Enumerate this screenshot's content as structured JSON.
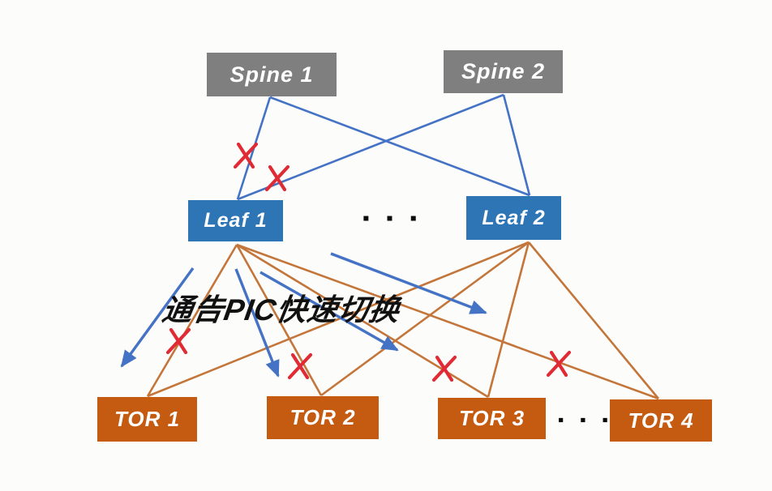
{
  "diagram": {
    "annotation": {
      "text": "通告PIC快速切换"
    },
    "leaf_row_ellipsis": "▪ ▪ ▪",
    "tor_row_ellipsis": "▪ ▪ ▪",
    "colors": {
      "spine_fill": "#7F7F7F",
      "leaf_fill": "#2E75B6",
      "tor_fill": "#C55A11",
      "node_text": "#FFFFFF",
      "spine_leaf_link": "#4472C4",
      "leaf_tor_link": "#C4763A",
      "failure_mark": "#E02B35",
      "announce_arrow": "#4472C4",
      "annotation_text": "#111111"
    },
    "nodes": [
      {
        "id": "spine1",
        "label": "Spine 1",
        "tier": "spine"
      },
      {
        "id": "spine2",
        "label": "Spine 2",
        "tier": "spine"
      },
      {
        "id": "leaf1",
        "label": "Leaf 1",
        "tier": "leaf"
      },
      {
        "id": "leaf2",
        "label": "Leaf 2",
        "tier": "leaf"
      },
      {
        "id": "tor1",
        "label": "TOR 1",
        "tier": "tor"
      },
      {
        "id": "tor2",
        "label": "TOR 2",
        "tier": "tor"
      },
      {
        "id": "tor3",
        "label": "TOR 3",
        "tier": "tor"
      },
      {
        "id": "tor4",
        "label": "TOR 4",
        "tier": "tor"
      }
    ],
    "links": [
      {
        "from": "spine1",
        "to": "leaf1",
        "failed": true
      },
      {
        "from": "spine1",
        "to": "leaf2",
        "failed": false
      },
      {
        "from": "spine2",
        "to": "leaf1",
        "failed": true
      },
      {
        "from": "spine2",
        "to": "leaf2",
        "failed": false
      },
      {
        "from": "leaf1",
        "to": "tor1",
        "failed": true
      },
      {
        "from": "leaf1",
        "to": "tor2",
        "failed": true
      },
      {
        "from": "leaf1",
        "to": "tor3",
        "failed": true
      },
      {
        "from": "leaf1",
        "to": "tor4",
        "failed": true
      },
      {
        "from": "leaf2",
        "to": "tor1",
        "failed": false
      },
      {
        "from": "leaf2",
        "to": "tor2",
        "failed": false
      },
      {
        "from": "leaf2",
        "to": "tor3",
        "failed": false
      },
      {
        "from": "leaf2",
        "to": "tor4",
        "failed": false
      }
    ],
    "announce_arrows": 4
  }
}
